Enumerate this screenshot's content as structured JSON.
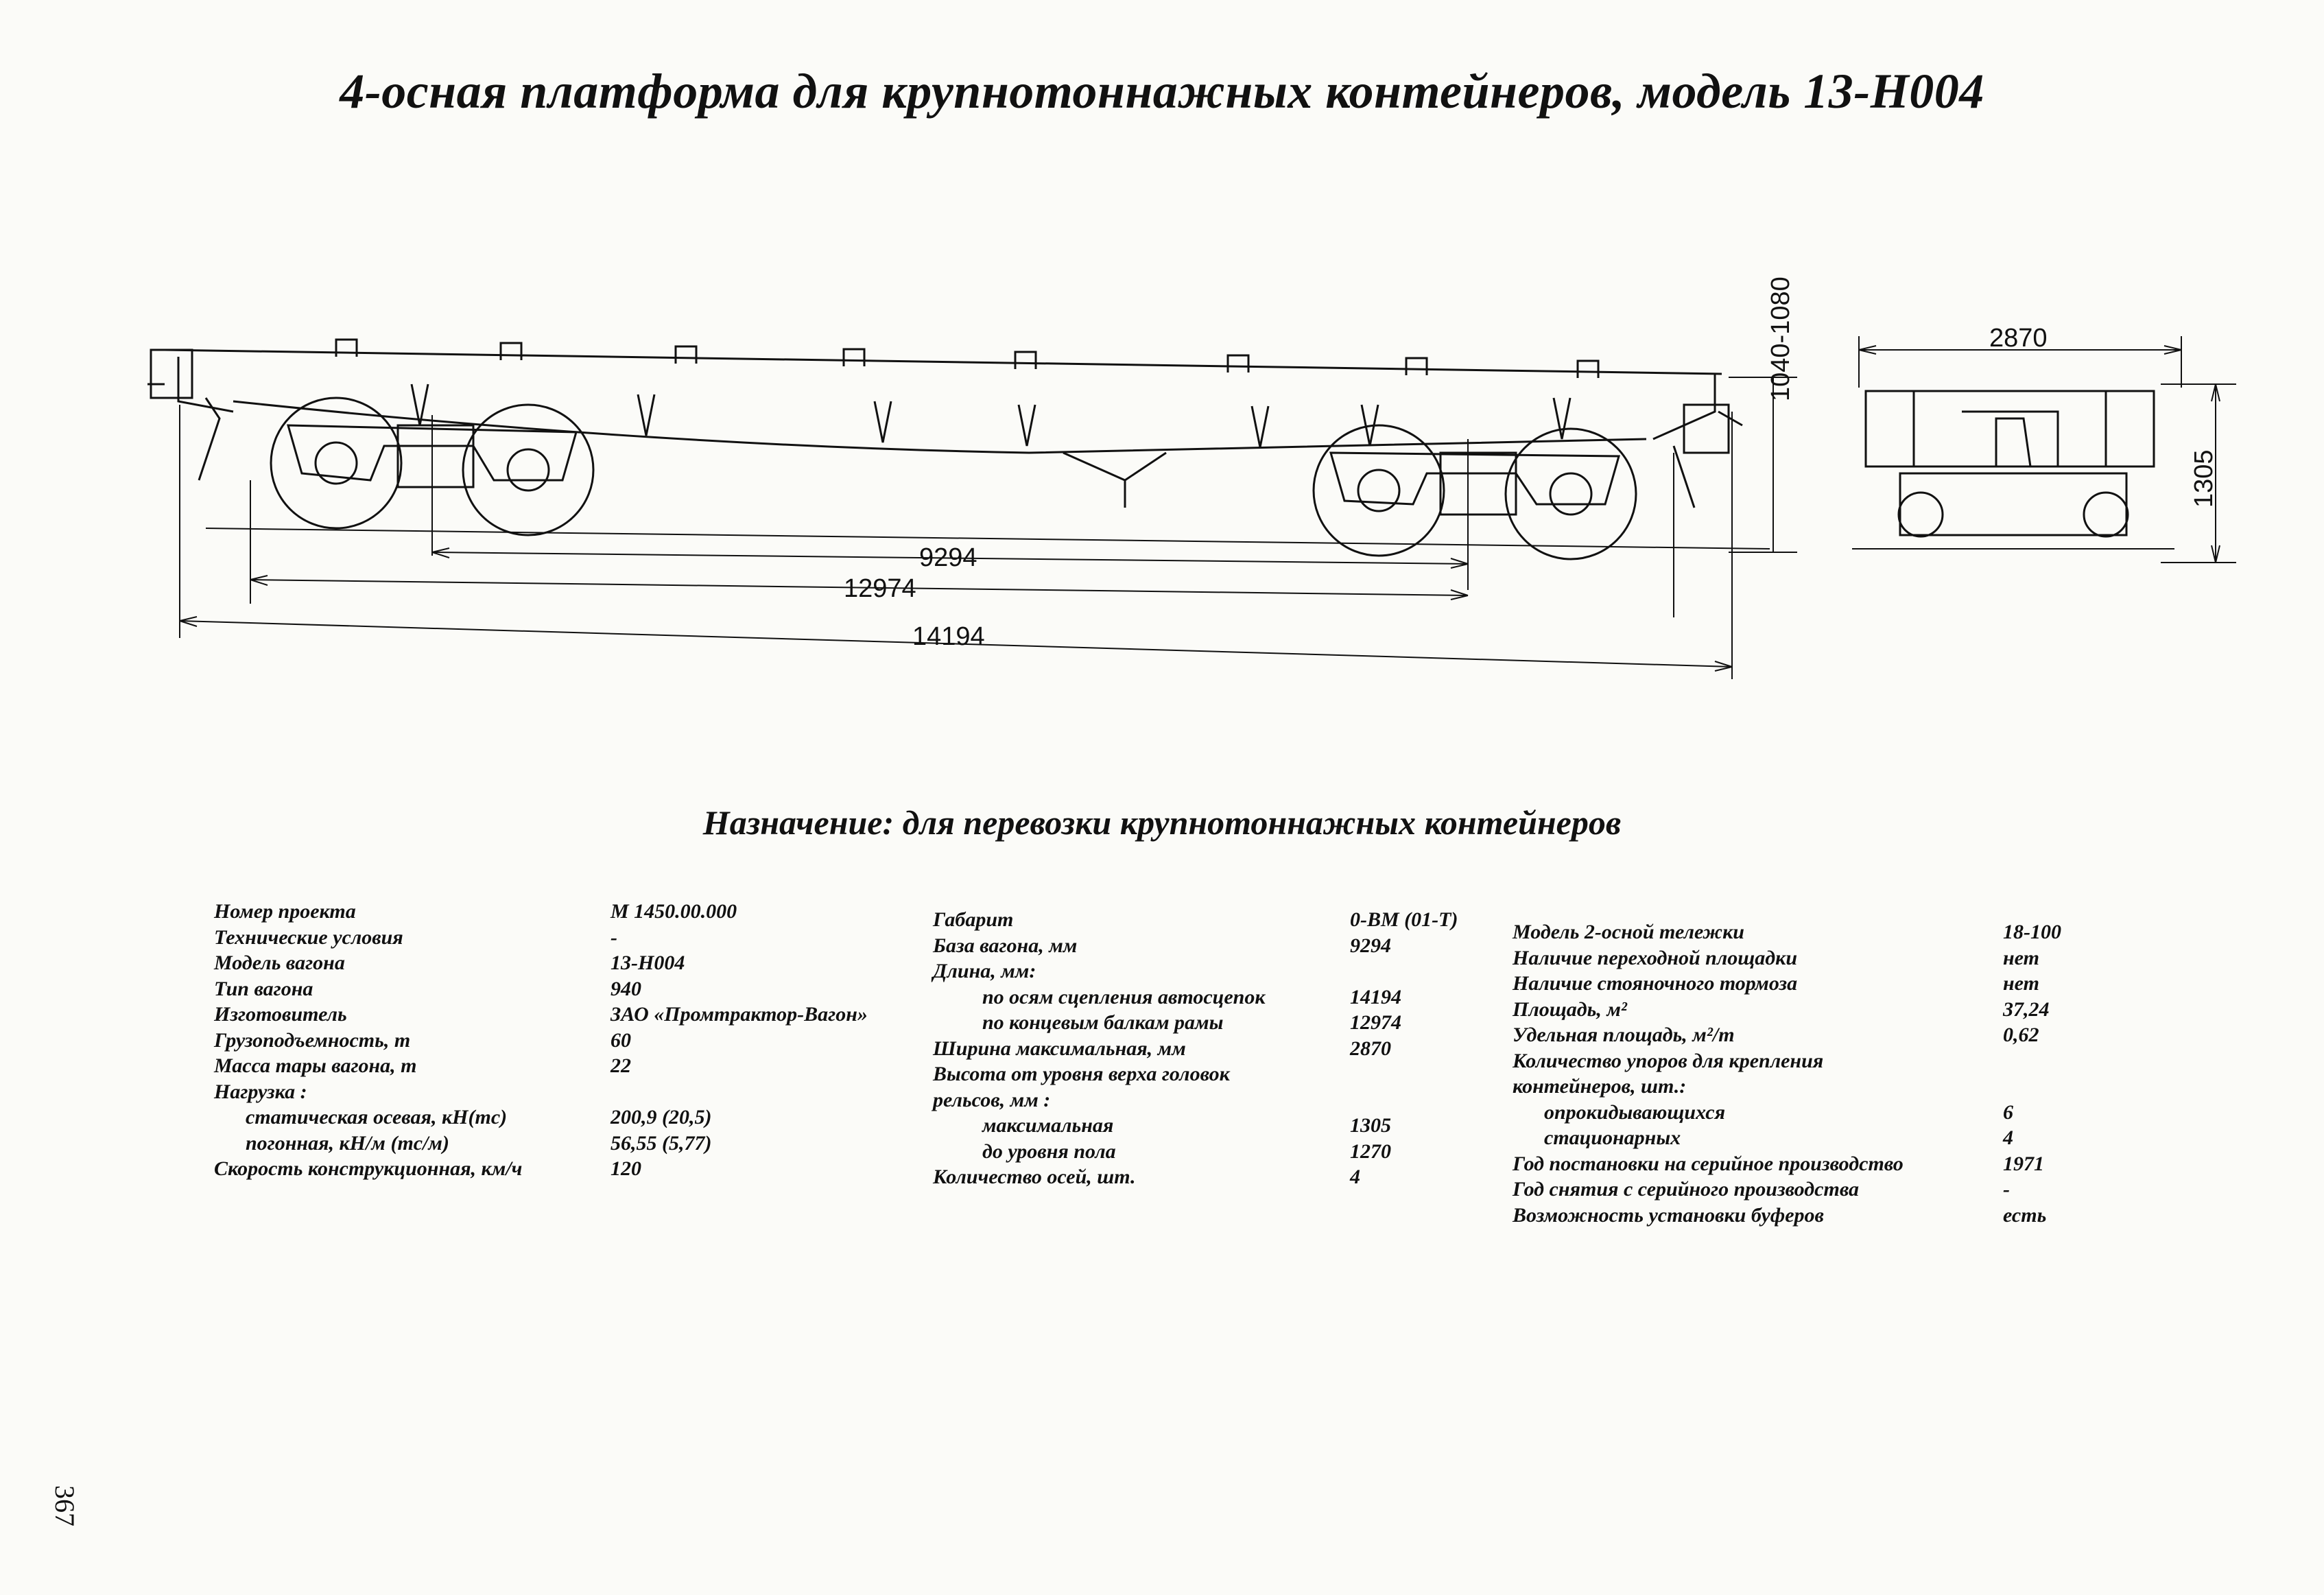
{
  "title": "4-осная платформа для крупнотоннажных контейнеров, модель 13-Н004",
  "purpose": "Назначение: для перевозки крупнотоннажных контейнеров",
  "page_number": "367",
  "drawing": {
    "dim_base": "9294",
    "dim_frame": "12974",
    "dim_coupler": "14194",
    "dim_height_side": "1040-1080",
    "dim_width": "2870",
    "dim_height_end": "1305"
  },
  "spec_left": [
    {
      "label": "Номер проекта",
      "value": "М 1450.00.000"
    },
    {
      "label": "Технические условия",
      "value": "-"
    },
    {
      "label": "Модель вагона",
      "value": "13-Н004"
    },
    {
      "label": "Тип вагона",
      "value": "940"
    },
    {
      "label": "Изготовитель",
      "value": "ЗАО «Промтрактор-Вагон»"
    },
    {
      "label": "Грузоподъемность, т",
      "value": "60"
    },
    {
      "label": "Масса тары вагона, т",
      "value": "22"
    },
    {
      "label": "Нагрузка :",
      "value": ""
    },
    {
      "label": "статическая осевая, кН(тс)",
      "value": "200,9  (20,5)"
    },
    {
      "label": "погонная, кН/м (тс/м)",
      "value": "56,55 (5,77)"
    },
    {
      "label": "Скорость конструкционная, км/ч",
      "value": "120"
    }
  ],
  "spec_middle": [
    {
      "label": "Габарит",
      "value": "0-ВМ (01-Т)"
    },
    {
      "label": "База вагона, мм",
      "value": "9294"
    },
    {
      "label": "Длина, мм:",
      "value": ""
    },
    {
      "label": "по осям сцепления автосцепок",
      "value": "14194"
    },
    {
      "label": "по концевым балкам рамы",
      "value": "12974"
    },
    {
      "label": "Ширина максимальная, мм",
      "value": "2870"
    },
    {
      "label": "Высота от уровня верха головок",
      "value": ""
    },
    {
      "label": "рельсов, мм :",
      "value": ""
    },
    {
      "label": "максимальная",
      "value": "1305"
    },
    {
      "label": "до уровня пола",
      "value": "1270"
    },
    {
      "label": "Количество осей, шт.",
      "value": "4"
    }
  ],
  "spec_right": [
    {
      "label": "Модель 2-осной тележки",
      "value": "18-100"
    },
    {
      "label": "Наличие переходной площадки",
      "value": "нет"
    },
    {
      "label": "Наличие стояночного тормоза",
      "value": "нет"
    },
    {
      "label": "Площадь, м²",
      "value": "37,24"
    },
    {
      "label": "Удельная площадь, м²/т",
      "value": "0,62"
    },
    {
      "label": "Количество упоров для крепления",
      "value": ""
    },
    {
      "label": "контейнеров, шт.:",
      "value": ""
    },
    {
      "label": "опрокидывающихся",
      "value": "6"
    },
    {
      "label": "стационарных",
      "value": "4"
    },
    {
      "label": "Год постановки на серийное производство",
      "value": "1971"
    },
    {
      "label": "Год снятия с серийного производства",
      "value": "-"
    },
    {
      "label": "Возможность установки буферов",
      "value": "есть"
    }
  ]
}
